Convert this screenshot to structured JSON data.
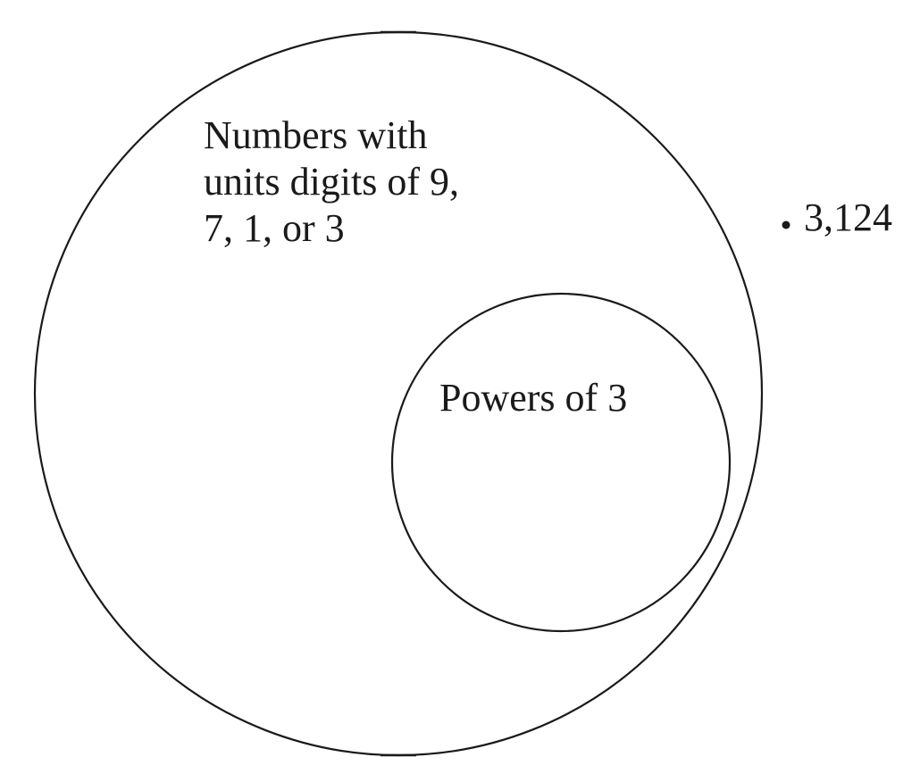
{
  "diagram": {
    "outer_set": {
      "label_lines": [
        "Numbers with",
        "units digits of 9,",
        "7, 1, or 3"
      ]
    },
    "inner_set": {
      "label": "Powers of 3"
    },
    "outside_element": {
      "label": "3,124"
    },
    "colors": {
      "stroke": "#1a1a1a",
      "background": "#ffffff"
    }
  }
}
